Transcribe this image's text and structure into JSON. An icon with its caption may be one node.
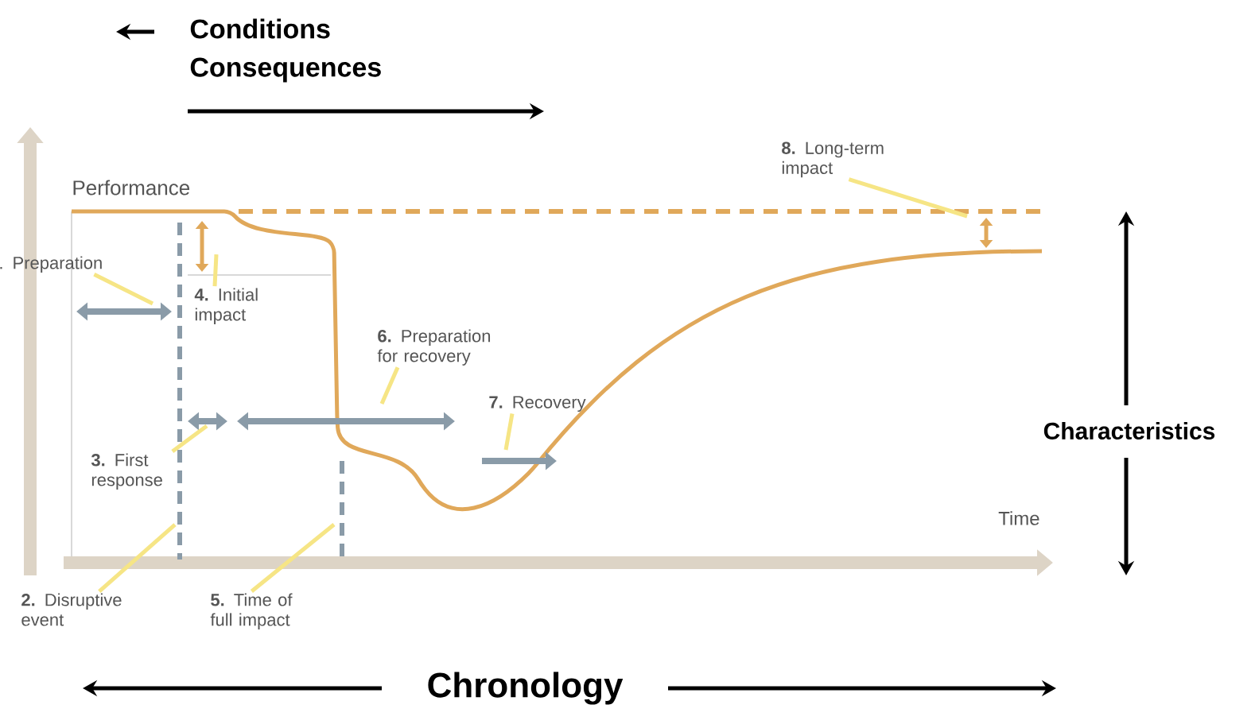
{
  "diagram": {
    "nodes": [
      {
        "text": [
          "**8.** Long-term impact"
        ]
      },
      {
        "text": [
          ". Preparation"
        ]
      },
      {
        "text": [
          "**4.** Initial impact"
        ]
      },
      {
        "text": [
          "**6.** Preparation for recovery"
        ]
      },
      {
        "text": [
          "**7.** Recovery"
        ]
      },
      {
        "text": [
          "**3.** First response"
        ]
      },
      {
        "text": [
          "**2.** Disruptive event"
        ]
      },
      {
        "text": [
          "**5.** Time of full impact"
        ]
      }
    ],
    "edges": [
      {
        "from": 0,
        "to": null,
        "arrow": "none"
      },
      {
        "from": 1,
        "to": null,
        "arrow": "none"
      },
      {
        "from": 2,
        "to": null,
        "arrow": "none"
      },
      {
        "from": 3,
        "to": null,
        "arrow": "none"
      },
      {
        "from": 4,
        "to": null,
        "arrow": "none"
      },
      {
        "from": 5,
        "to": null,
        "arrow": "none"
      },
      {
        "from": 6,
        "to": null,
        "arrow": "none"
      },
      {
        "from": 7,
        "to": null,
        "arrow": "none"
      }
    ],
    "labels": [
      "Conditions",
      "Consequences",
      "Performance",
      "Characteristics",
      "Time",
      "Chronology"
    ]
  }
}
